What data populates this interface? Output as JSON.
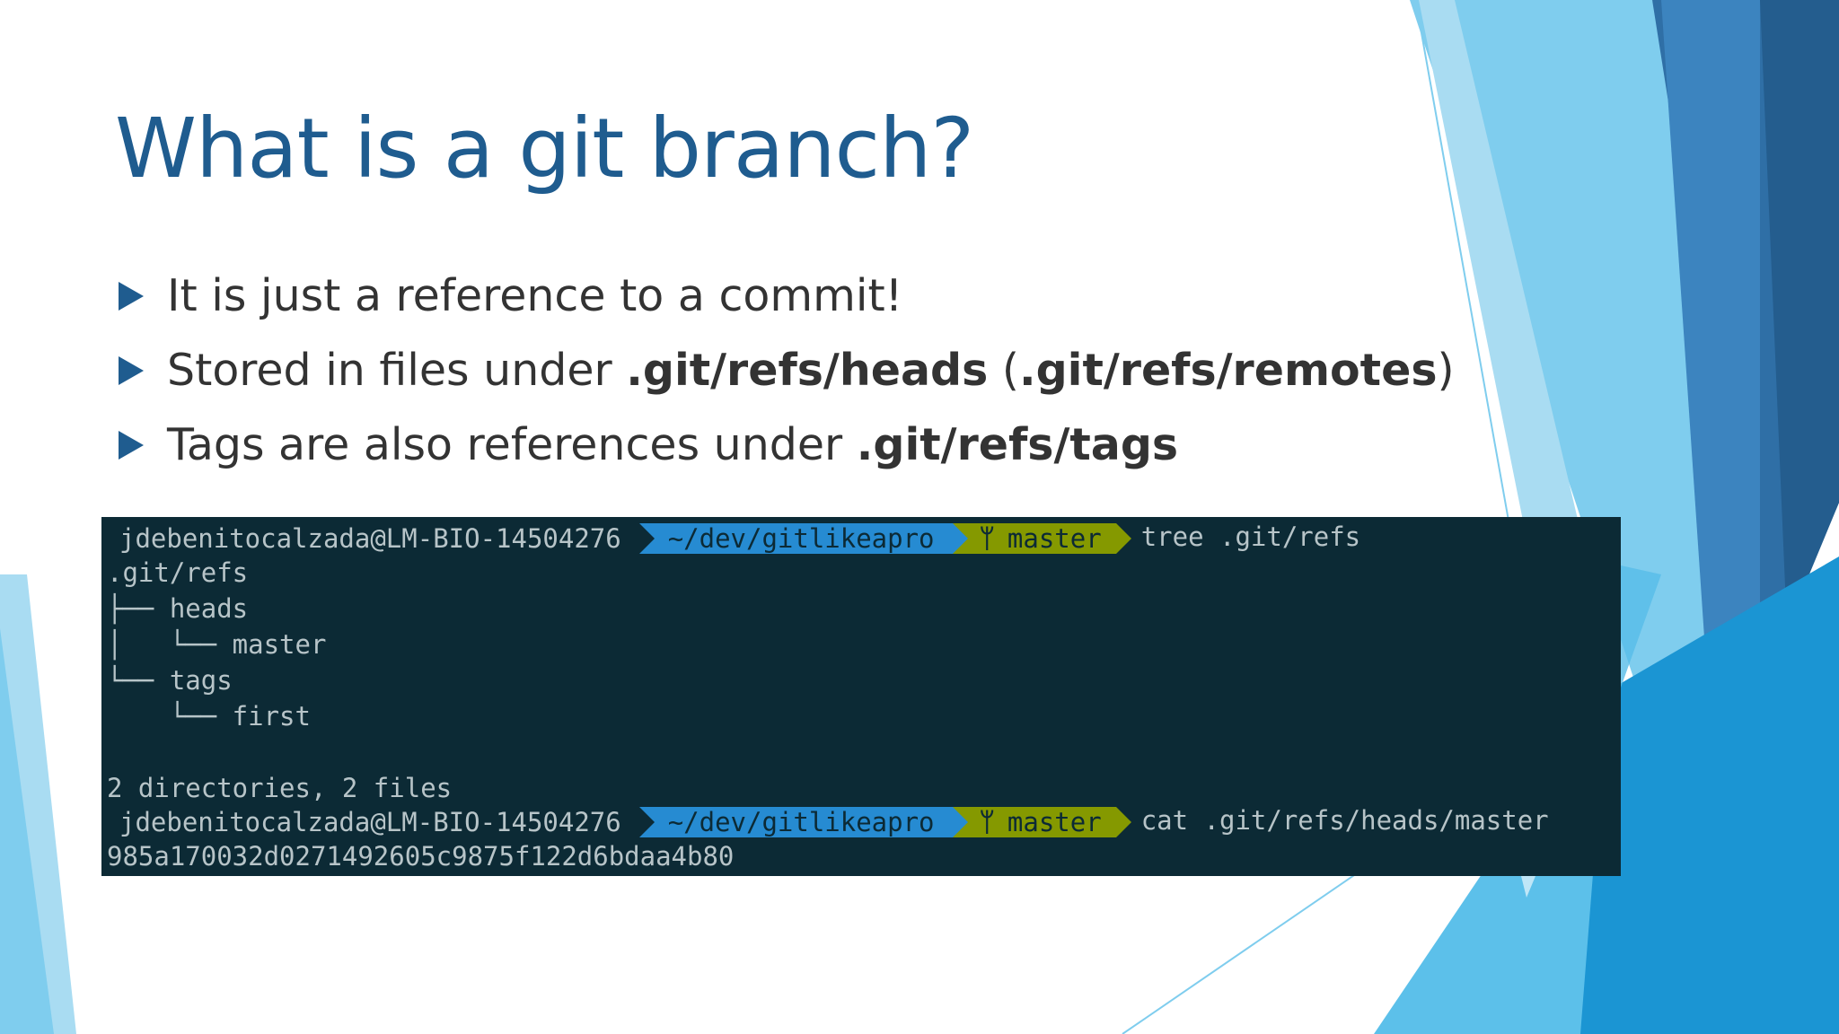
{
  "slide": {
    "title": "What is a git branch?",
    "bullets": [
      {
        "text": "It is just a reference to a commit!"
      },
      {
        "pre": "Stored in files under ",
        "bold1": ".git/refs/heads",
        "mid": " (",
        "bold2": ".git/refs/remotes",
        "post": ")"
      },
      {
        "pre": "Tags are also references under ",
        "bold1": ".git/refs/tags"
      }
    ],
    "accent_color": "#1f5c8f"
  },
  "terminal": {
    "prompt_user": "jdebenitocalzada@LM-BIO-14504276",
    "prompt_path": "~/dev/gitlikeapro",
    "prompt_branch": "master",
    "command1": "tree .git/refs",
    "output": [
      ".git/refs",
      "├── heads",
      "│   └── master",
      "└── tags",
      "    └── first",
      "",
      "2 directories, 2 files"
    ],
    "command2": "cat .git/refs/heads/master",
    "hash": "985a170032d0271492605c9875f122d6bdaa4b80",
    "colors": {
      "background": "#0c2a35",
      "path_segment": "#268bd2",
      "branch_segment": "#859900"
    }
  }
}
